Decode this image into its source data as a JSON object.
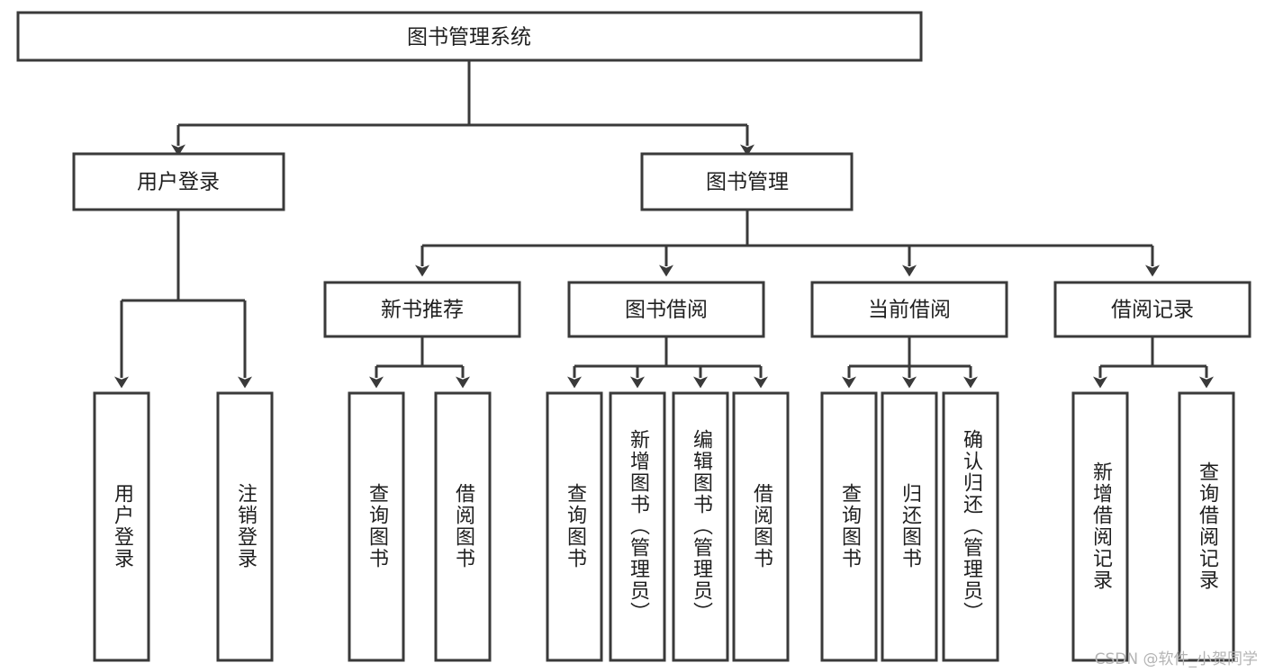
{
  "diagram": {
    "title": "图书管理系统",
    "type": "tree-hierarchy",
    "watermark": "CSDN @软件_小贺同学",
    "colors": {
      "stroke": "#3a3a3a",
      "fill": "#ffffff",
      "text": "#1f1f1f",
      "watermark": "#b4b4b4"
    },
    "levels": {
      "root": {
        "label": "图书管理系统"
      },
      "level2": [
        {
          "id": "user-login",
          "label": "用户登录"
        },
        {
          "id": "book-management",
          "label": "图书管理"
        }
      ],
      "level3": [
        {
          "id": "new-book-recommend",
          "label": "新书推荐",
          "parent": "book-management"
        },
        {
          "id": "book-borrow",
          "label": "图书借阅",
          "parent": "book-management"
        },
        {
          "id": "current-borrow",
          "label": "当前借阅",
          "parent": "book-management"
        },
        {
          "id": "borrow-record",
          "label": "借阅记录",
          "parent": "book-management"
        }
      ],
      "leaves": [
        {
          "id": "leaf-user-login",
          "label": "用户登录",
          "parent": "user-login"
        },
        {
          "id": "leaf-logout-login",
          "label": "注销登录",
          "parent": "user-login"
        },
        {
          "id": "leaf-query-book-1",
          "label": "查询图书",
          "parent": "new-book-recommend"
        },
        {
          "id": "leaf-borrow-book-1",
          "label": "借阅图书",
          "parent": "new-book-recommend"
        },
        {
          "id": "leaf-query-book-2",
          "label": "查询图书",
          "parent": "book-borrow"
        },
        {
          "id": "leaf-add-book",
          "label": "新增图书（管理员）",
          "parent": "book-borrow"
        },
        {
          "id": "leaf-edit-book",
          "label": "编辑图书（管理员）",
          "parent": "book-borrow"
        },
        {
          "id": "leaf-borrow-book-2",
          "label": "借阅图书",
          "parent": "book-borrow"
        },
        {
          "id": "leaf-query-book-3",
          "label": "查询图书",
          "parent": "current-borrow"
        },
        {
          "id": "leaf-return-book",
          "label": "归还图书",
          "parent": "current-borrow"
        },
        {
          "id": "leaf-confirm-return",
          "label": "确认归还（管理员）",
          "parent": "current-borrow"
        },
        {
          "id": "leaf-add-record",
          "label": "新增借阅记录",
          "parent": "borrow-record"
        },
        {
          "id": "leaf-query-record",
          "label": "查询借阅记录",
          "parent": "borrow-record"
        }
      ]
    }
  }
}
